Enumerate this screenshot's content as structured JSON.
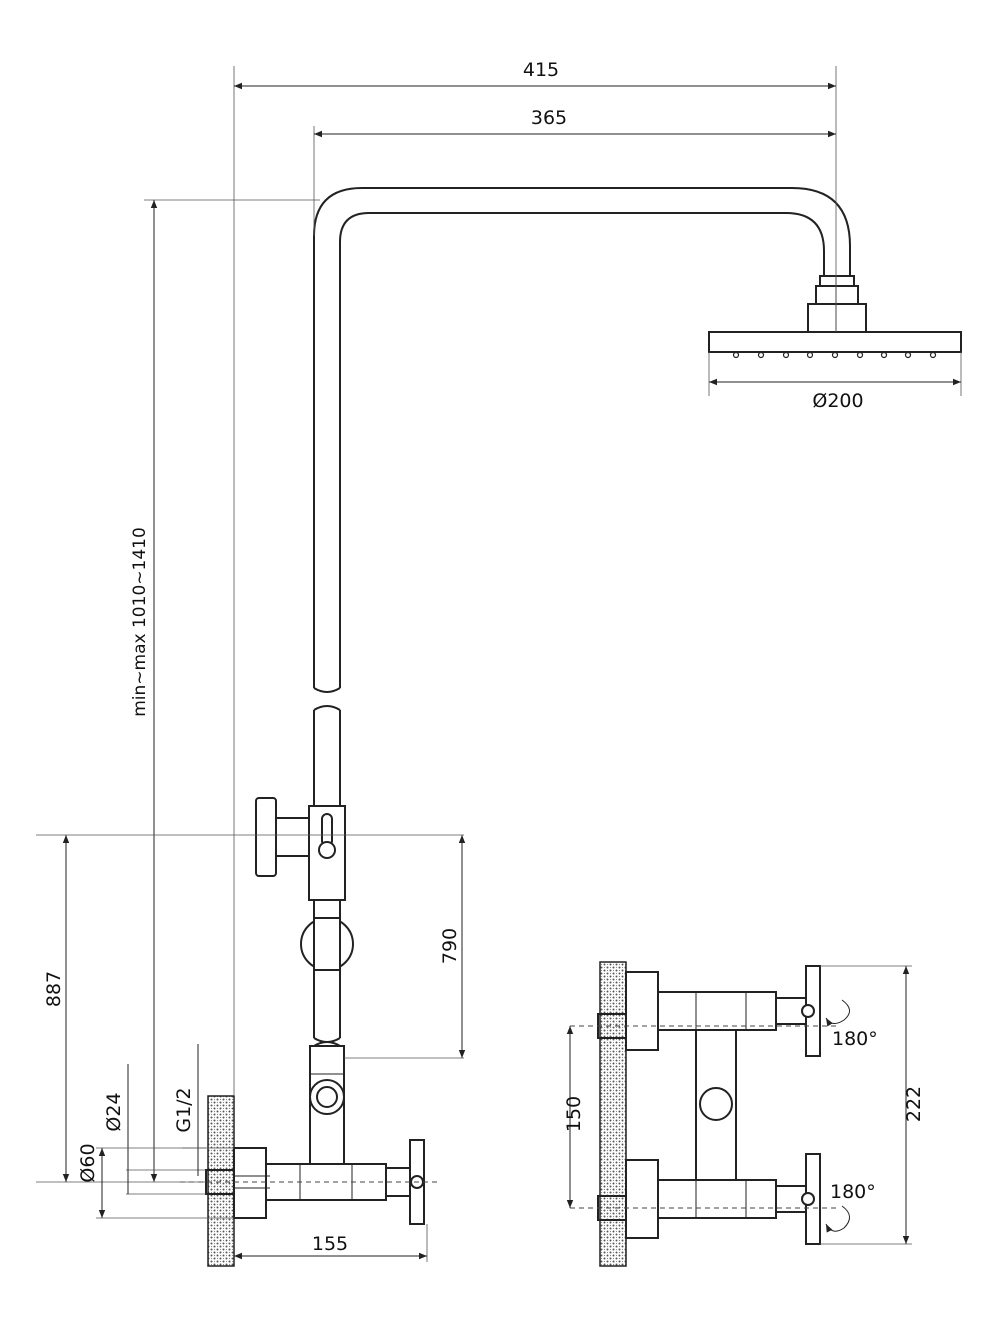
{
  "labels": {
    "width_415": "415",
    "width_365": "365",
    "head_diameter": "Ø200",
    "height_range": "min~max  1010~1410",
    "height_887": "887",
    "height_790": "790",
    "outlet_diameter": "Ø24",
    "thread": "G1/2",
    "flange_diameter": "Ø60",
    "depth_155": "155",
    "spacing_150": "150",
    "spacing_222": "222",
    "rotation_top": "180°",
    "rotation_bottom": "180°"
  },
  "colors": {
    "line": "#222222",
    "background": "#ffffff"
  }
}
